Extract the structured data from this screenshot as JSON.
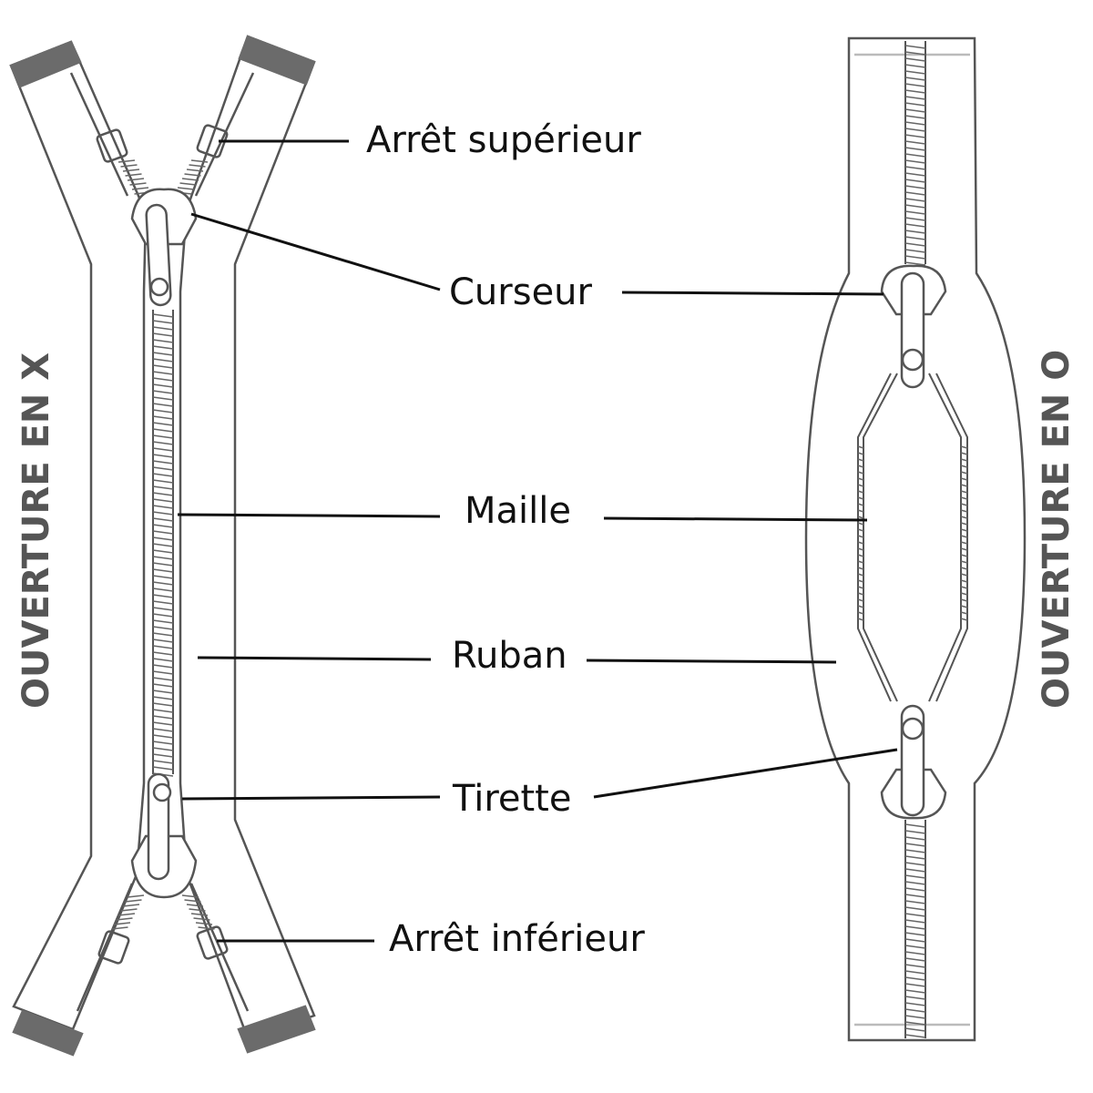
{
  "side_titles": {
    "left": "OUVERTURE EN X",
    "right": "OUVERTURE EN O"
  },
  "labels": {
    "top_stop": "Arrêt supérieur",
    "slider": "Curseur",
    "teeth": "Maille",
    "tape": "Ruban",
    "pull_tab": "Tirette",
    "bottom_stop": "Arrêt inférieur"
  },
  "colors": {
    "outline": "#555555",
    "leader": "#111111",
    "end_tab": "#6b6b6b",
    "tape_fill": "#ffffff"
  }
}
